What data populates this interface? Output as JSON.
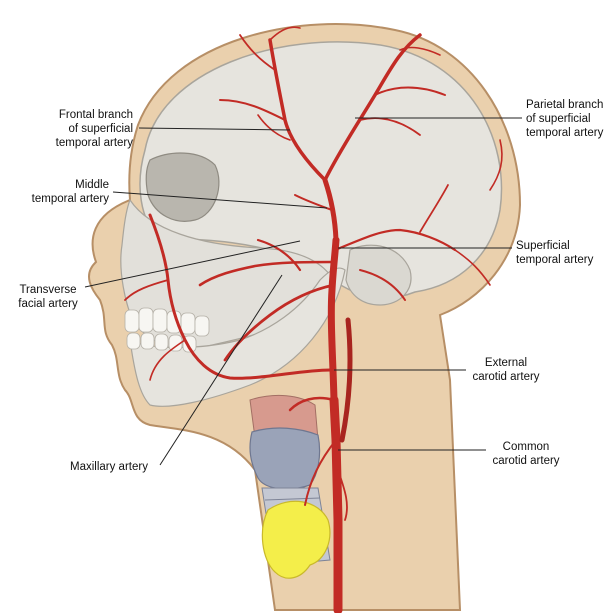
{
  "colors": {
    "skin": "#ead0ad",
    "skin_outline": "#b78f66",
    "bone": "#e6e4de",
    "bone_shadow": "#c9c7c0",
    "artery": "#c22b25",
    "artery_dark": "#8e1712",
    "cartilage": "#9aa3b8",
    "thyroid": "#f4ee4a",
    "leader_line": "#222222",
    "text": "#111111"
  },
  "labels": {
    "frontal_branch": [
      "Frontal branch",
      "of superficial",
      "temporal artery"
    ],
    "parietal_branch": [
      "Parietal branch",
      "of superficial",
      "temporal artery"
    ],
    "middle_temporal": [
      "Middle",
      "temporal artery"
    ],
    "superficial_temporal": [
      "Superficial",
      "temporal artery"
    ],
    "transverse_facial": [
      "Transverse",
      "facial artery"
    ],
    "external_carotid": [
      "External",
      "carotid artery"
    ],
    "maxillary": [
      "Maxillary artery"
    ],
    "common_carotid": [
      "Common",
      "carotid artery"
    ]
  }
}
